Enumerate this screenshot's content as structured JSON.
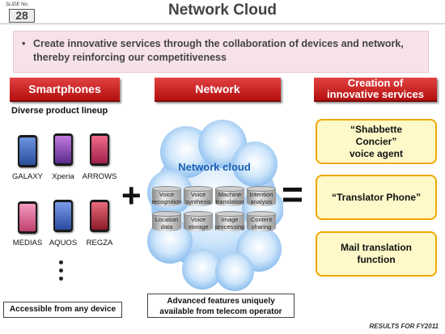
{
  "slide": {
    "label": "SLIDE No.",
    "number": "28"
  },
  "title": "Network Cloud",
  "banner": {
    "bullet": "•",
    "line1": "Create innovative services through the collaboration of devices and network,",
    "line2": "thereby reinforcing our competitiveness"
  },
  "headers": {
    "smartphones": "Smartphones",
    "network": "Network",
    "creation_line1": "Creation of",
    "creation_line2": "innovative services"
  },
  "smartphones": {
    "subtitle": "Diverse product lineup",
    "phones": [
      {
        "label": "GALAXY",
        "screen_color": "#3f6fc7"
      },
      {
        "label": "Xperia",
        "screen_color": "#a04fc9"
      },
      {
        "label": "ARROWS",
        "screen_color": "#d23a6a"
      },
      {
        "label": "MEDIAS",
        "screen_color": "#e0609a"
      },
      {
        "label": "AQUOS",
        "screen_color": "#4a6ed6"
      },
      {
        "label": "REGZA",
        "screen_color": "#c93a52"
      }
    ],
    "note": "Accessible from any device"
  },
  "operators": {
    "plus": "+",
    "equals": "="
  },
  "network": {
    "cloud_title": "Network cloud",
    "functions": [
      {
        "line1": "Voice",
        "line2": "recognition"
      },
      {
        "line1": "Voice",
        "line2": "synthesis"
      },
      {
        "line1": "Machine",
        "line2": "translation"
      },
      {
        "line1": "Intention",
        "line2": "analysis"
      },
      {
        "line1": "Location",
        "line2": "data"
      },
      {
        "line1": "Voice",
        "line2": "storage"
      },
      {
        "line1": "Image",
        "line2": "processing"
      },
      {
        "line1": "Content",
        "line2": "sharing"
      }
    ],
    "note_line1": "Advanced features uniquely",
    "note_line2": "available from telecom operator"
  },
  "services": {
    "s1_line1": "“Shabbette",
    "s1_line2": "Concier”",
    "s1_line3": "voice agent",
    "s2": "“Translator Phone”",
    "s3_line1": "Mail translation",
    "s3_line2": "function"
  },
  "footer": "RESULTS FOR FY2011",
  "colors": {
    "header_red": "#c41a1a",
    "banner_pink": "#f7e2ea",
    "service_box_fill": "#fff9c9",
    "service_box_border": "#f0a800",
    "cloud_blue": "#1a5fb4"
  }
}
